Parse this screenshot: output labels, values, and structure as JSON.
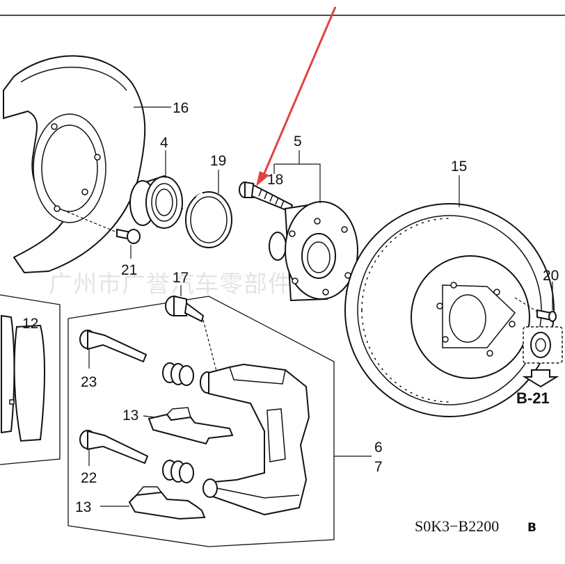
{
  "callouts": {
    "c16": "16",
    "c4": "4",
    "c19": "19",
    "c5": "5",
    "c18": "18",
    "c15": "15",
    "c21": "21",
    "c17": "17",
    "c20": "20",
    "c12": "12",
    "c23": "23",
    "c13a": "13",
    "c13b": "13",
    "c22": "22",
    "c6": "6",
    "c7": "7"
  },
  "reference": {
    "label": "B-21"
  },
  "catalog_number": {
    "code": "S0K3−B2200",
    "suffix": "B"
  },
  "watermark": {
    "text": "广州市广誉汽车零部件有限公司"
  },
  "colors": {
    "annotation_arrow": "#e0433f",
    "line": "#111111",
    "background": "#ffffff"
  }
}
